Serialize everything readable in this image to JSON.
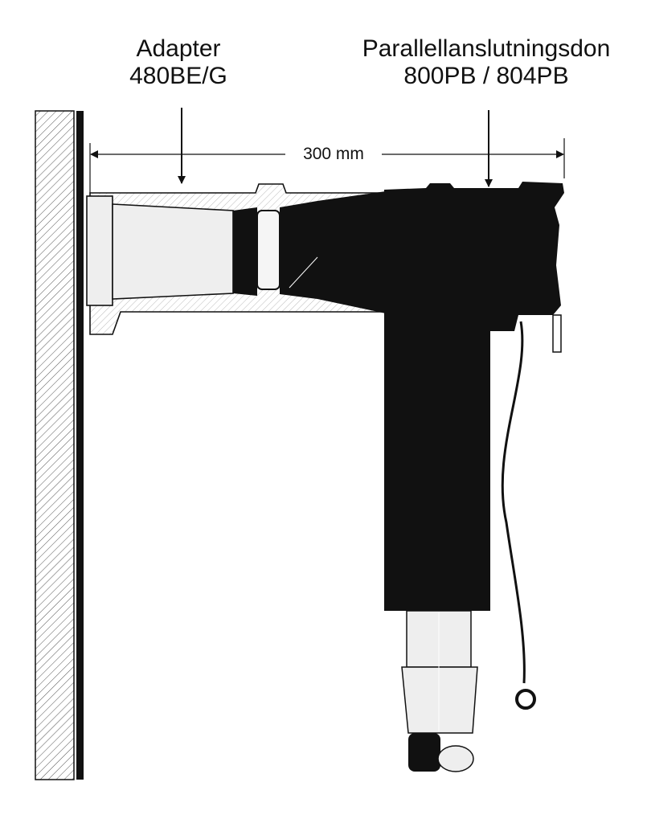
{
  "labels": {
    "adapter_line1": "Adapter",
    "adapter_line2": "480BE/G",
    "connector_line1": "Parallellanslutningsdon",
    "connector_line2": "800PB / 804PB",
    "dimension": "300 mm"
  },
  "colors": {
    "ink": "#111111",
    "fill_light": "#eeeeee",
    "hatch": "#999999",
    "background": "#ffffff"
  }
}
